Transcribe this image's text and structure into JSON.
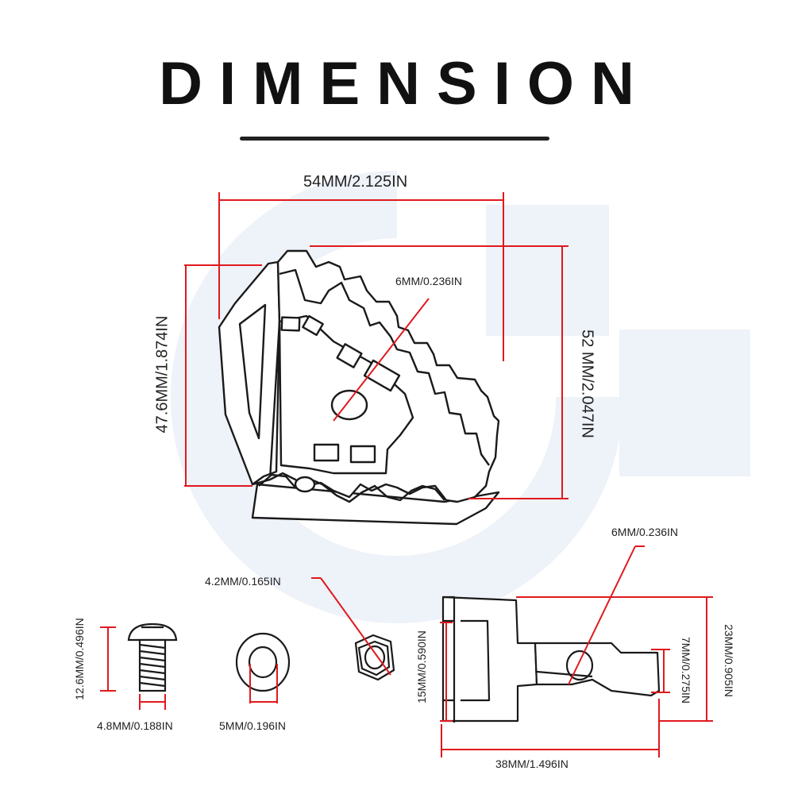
{
  "title": "DIMENSION",
  "colors": {
    "dimension_line": "#e0191e",
    "outline": "#1a1a1a",
    "watermark": "#eef2f9"
  },
  "labels": {
    "pedal_width": "54MM/2.125IN",
    "pedal_height_left": "47.6MM/1.874IN",
    "pedal_height_right": "52 MM/2.047IN",
    "pedal_hole": "6MM/0.236IN",
    "bolt_length": "12.6MM/0.496IN",
    "bolt_diameter": "4.8MM/0.188IN",
    "washer_inner": "5MM/0.196IN",
    "nut_size": "4.2MM/0.165IN",
    "bracket_hole": "6MM/0.236IN",
    "bracket_height_inner": "15MM/0.590IN",
    "bracket_tab": "7MM/0.275IN",
    "bracket_height_total": "23MM/0.905IN",
    "bracket_length": "38MM/1.496IN"
  }
}
